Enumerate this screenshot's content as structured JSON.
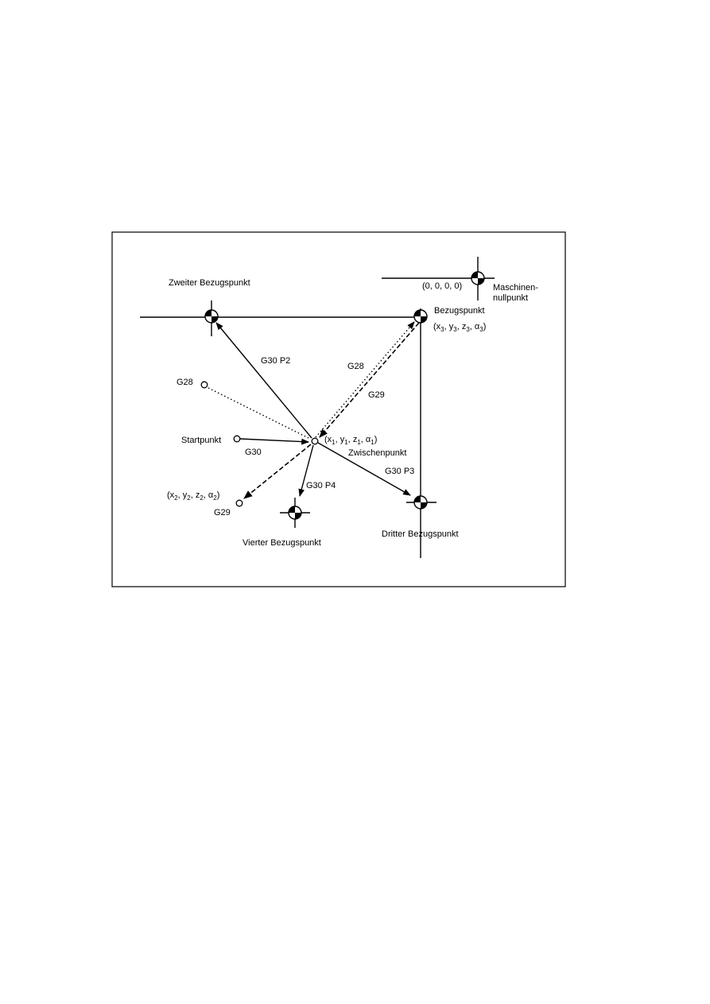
{
  "labels": {
    "zweiter": "Zweiter Bezugspunkt",
    "machine_coord": "(0, 0, 0, 0)",
    "maschinen_line1": "Maschinen-",
    "maschinen_line2": "nullpunkt",
    "bezugspunkt": "Bezugspunkt",
    "g30p2": "G30 P2",
    "g28_right": "G28",
    "g29_right": "G29",
    "g28_left": "G28",
    "startpunkt": "Startpunkt",
    "g30": "G30",
    "zwischenpunkt": "Zwischenpunkt",
    "g30p3": "G30 P3",
    "g30p4": "G30 P4",
    "g29_left": "G29",
    "vierter": "Vierter Bezugspunkt",
    "dritter": "Dritter Bezugspunkt"
  },
  "coords": {
    "p1": {
      "x": "x",
      "xs": "1",
      "y": "y",
      "ys": "1",
      "z": "z",
      "zs": "1",
      "a": "α",
      "as": "1"
    },
    "p2": {
      "x": "x",
      "xs": "2",
      "y": "y",
      "ys": "2",
      "z": "z",
      "zs": "2",
      "a": "α",
      "as": "2"
    },
    "p3": {
      "x": "x",
      "xs": "3",
      "y": "y",
      "ys": "3",
      "z": "z",
      "zs": "3",
      "a": "α",
      "as": "3"
    }
  }
}
